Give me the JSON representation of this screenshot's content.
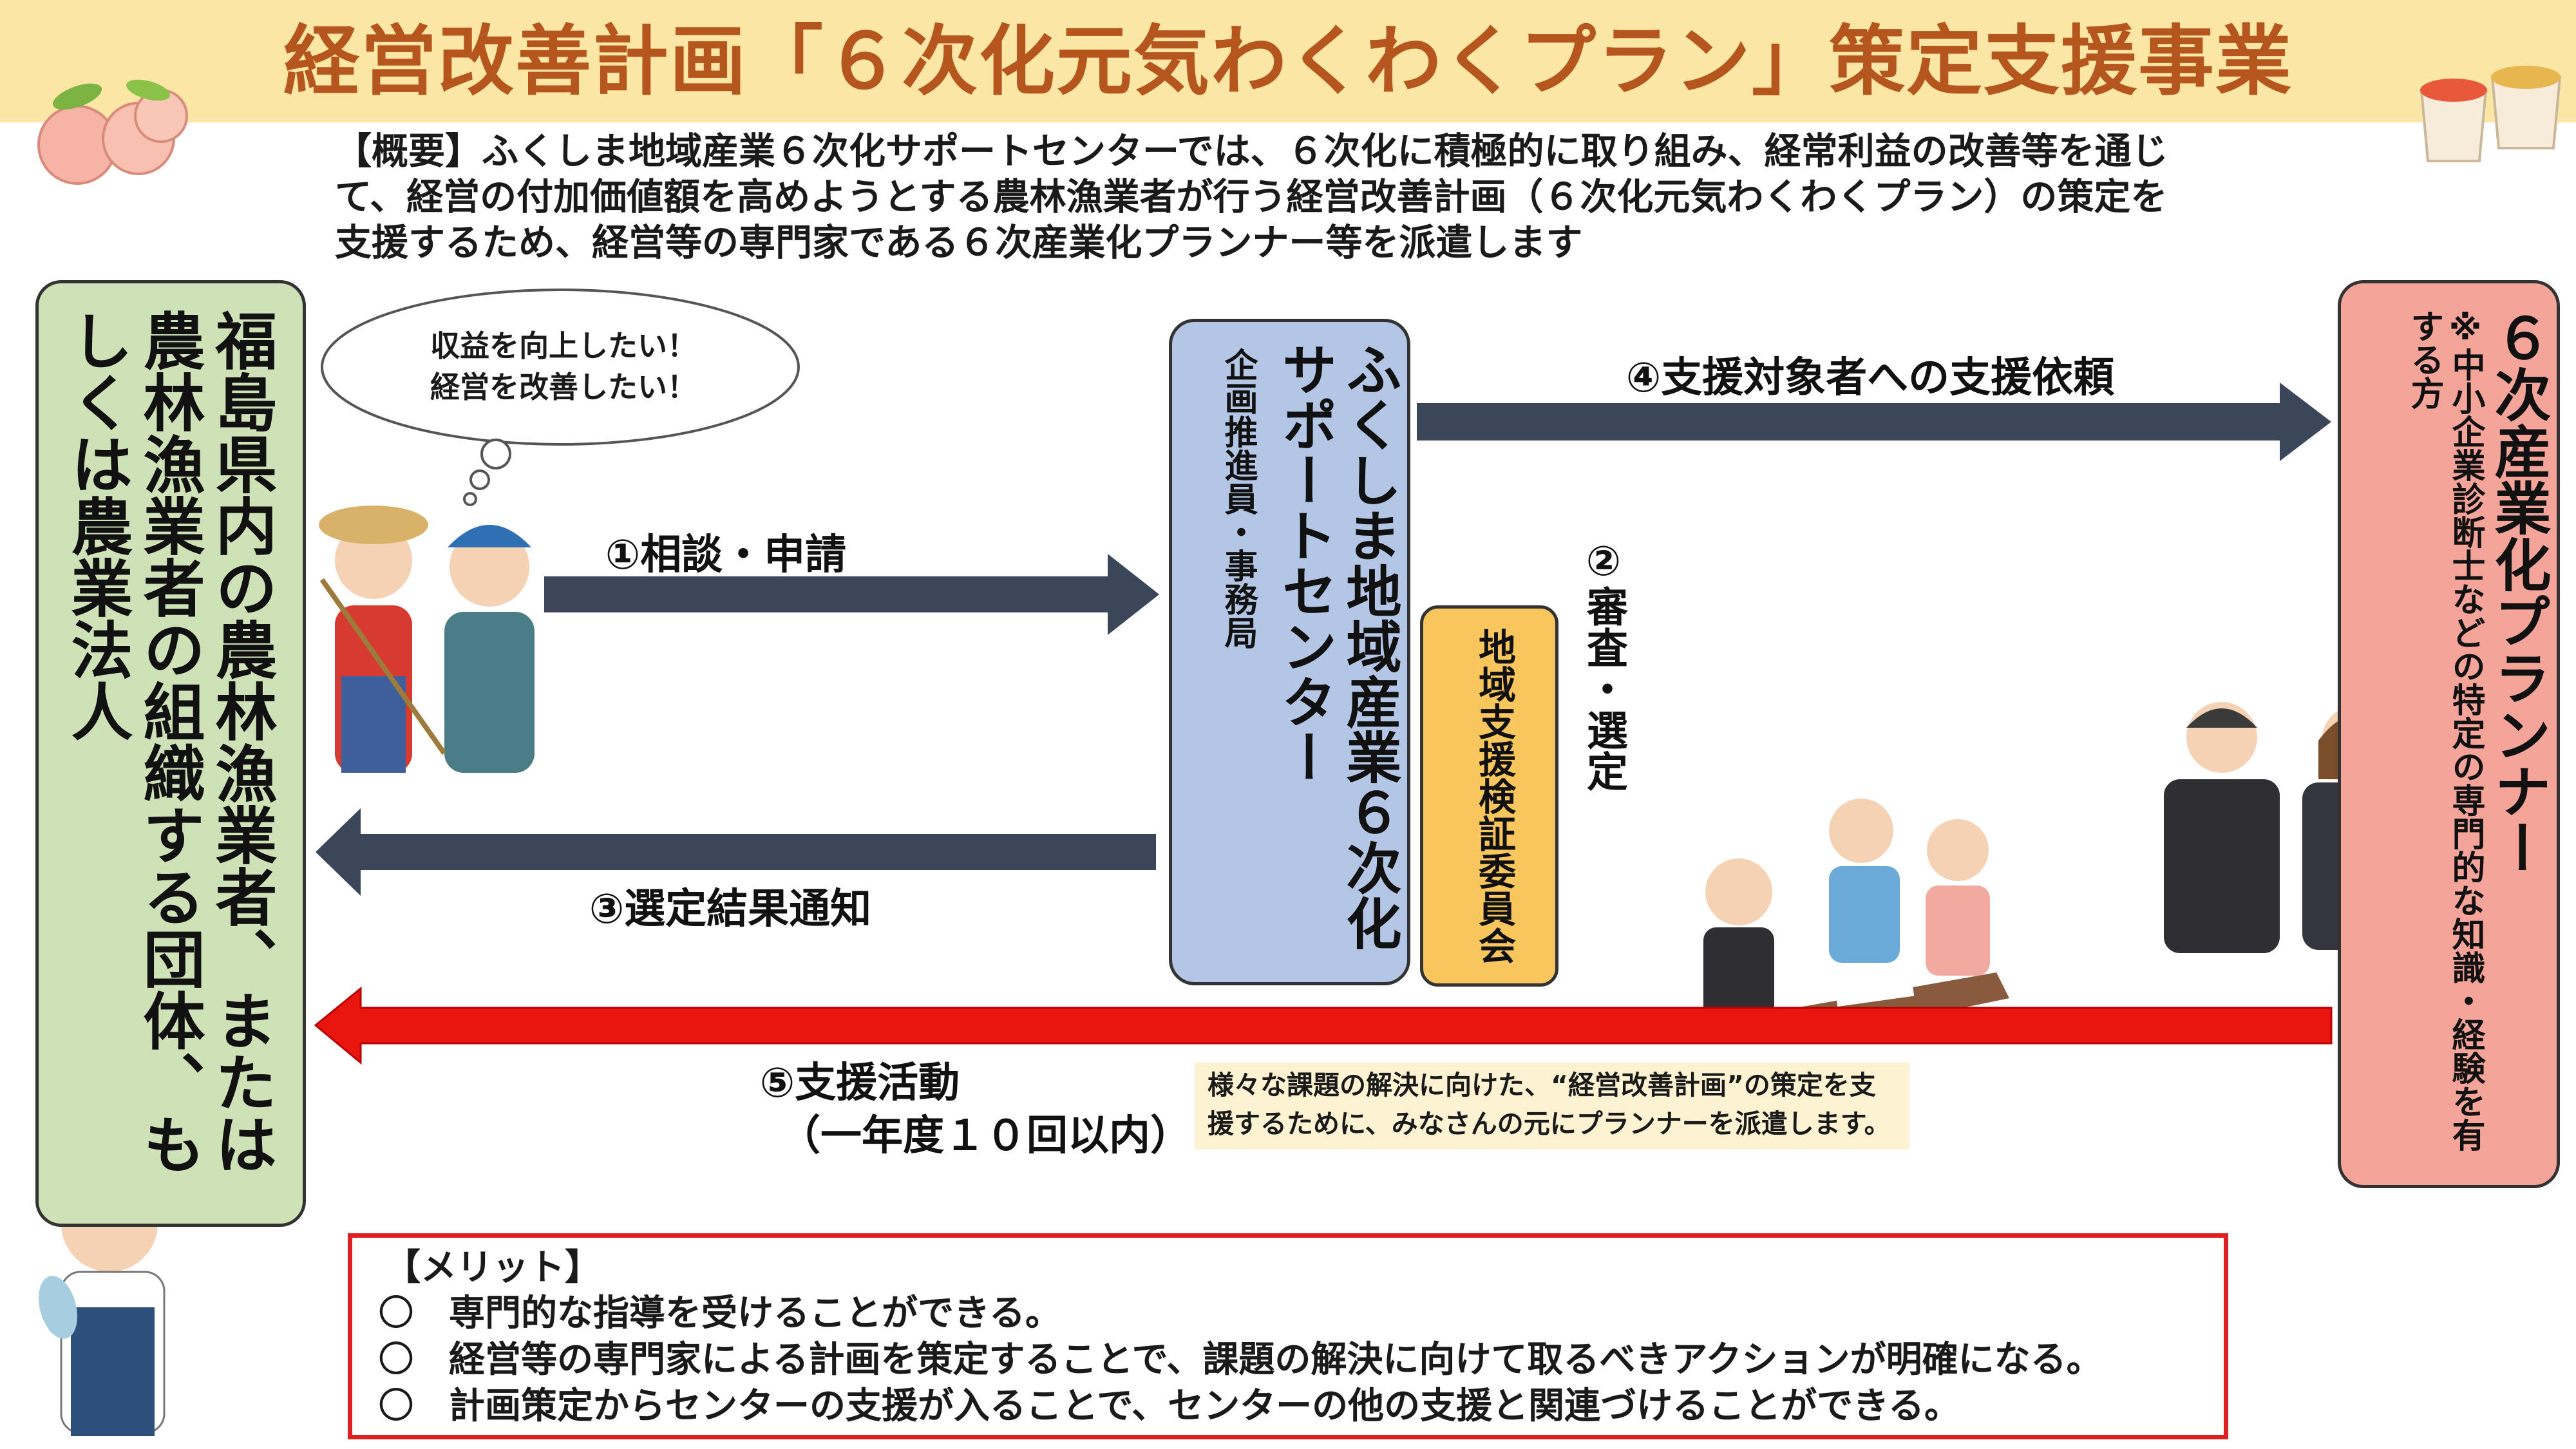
{
  "title": "経営改善計画「６次化元気わくわくプラン」策定支援事業",
  "overview": {
    "lines": [
      "【概要】ふくしま地域産業６次化サポートセンターでは、６次化に積極的に取り組み、経常利益の改善等を通じ",
      "て、経営の付加価値額を高めようとする農林漁業者が行う経営改善計画（６次化元気わくわくプラン）の策定を",
      "支援するため、経営等の専門家である６次産業化プランナー等を派遣します"
    ]
  },
  "left_box": {
    "text": "福島県内の農林漁業者、または農林漁業者の組織する団体、もしくは農業法人"
  },
  "thought_cloud": {
    "lines": [
      "収益を向上したい！",
      "経営を改善したい！"
    ]
  },
  "center_box": {
    "main": "ふくしま地域産業６次化サポートセンター",
    "sub": "企画推進員・事務局"
  },
  "committee_box": {
    "text": "地域支援検証委員会"
  },
  "right_box": {
    "main": "６次産業化プランナー",
    "sub": "※中小企業診断士などの特定の専門的な知識・経験を有する方"
  },
  "steps": {
    "step1": "①相談・申請",
    "step2": "②審査・選定",
    "step3": "③選定結果通知",
    "step4": "④支援対象者への支援依頼",
    "step5_line1": "⑤支援活動",
    "step5_line2": "（一年度１０回以内）"
  },
  "note": {
    "lines": [
      "様々な課題の解決に向けた、“経営改善計画”の策定を支",
      "援するために、みなさんの元にプランナーを派遣します。"
    ]
  },
  "merit": {
    "title": "【メリット】",
    "bullet": "〇",
    "items": [
      "専門的な指導を受けることができる。",
      "経営等の専門家による計画を策定することで、課題の解決に向けて取るべきアクションが明確になる。",
      "計画策定からセンターの支援が入ることで、センターの他の支援と関連づけることができる。"
    ]
  },
  "colors": {
    "title_bg": "#fbe6a6",
    "title_text": "#b4561e",
    "left_box": "#cfe2b7",
    "center_box": "#b3c6e6",
    "committee_box": "#f8c65c",
    "right_box": "#f5a49a",
    "arrow_dark": "#3c4659",
    "arrow_red": "#e8160f",
    "merit_border": "#e02020"
  }
}
